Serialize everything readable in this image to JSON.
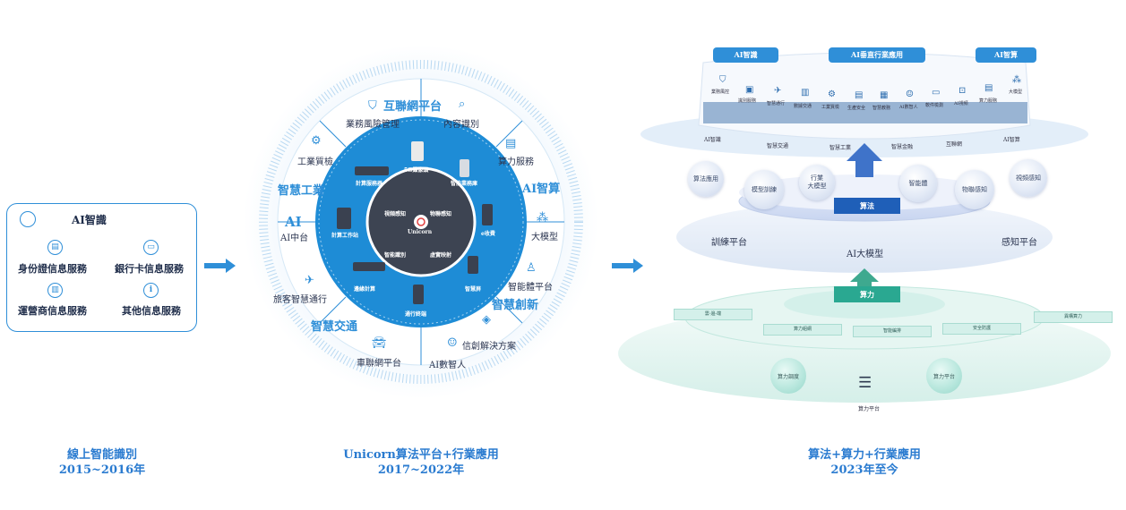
{
  "panel1": {
    "title": "AI智識",
    "services": [
      {
        "label": "身份證信息服務",
        "icon": "id-card-icon",
        "glyph": "▤"
      },
      {
        "label": "銀行卡信息服務",
        "icon": "bank-card-icon",
        "glyph": "▭"
      },
      {
        "label": "運營商信息服務",
        "icon": "sim-card-icon",
        "glyph": "▥"
      },
      {
        "label": "其他信息服務",
        "icon": "info-icon",
        "glyph": "i"
      }
    ],
    "caption_line1": "線上智能識別",
    "caption_line2": "2015~2016年"
  },
  "panel2": {
    "segments": {
      "top_title": "互聯網平台",
      "top_left": "業務風險管理",
      "top_right": "內容識別",
      "left_upper_item": "工業質檢",
      "left_upper_title": "智慧工業",
      "left_mid_title": "AI",
      "left_mid_item": "AI中台",
      "left_lower_item": "旅客智慧通行",
      "left_lower_title": "智慧交通",
      "bottom_item": "車聯網平台",
      "bottom_right_item": "AI數智人",
      "bottom_right_item2": "信創解決方案",
      "right_lower_title": "智慧創新",
      "right_lower_item": "智能體平台",
      "right_mid_item": "大模型",
      "right_upper_title": "AI智算",
      "right_upper_item": "算力服務"
    },
    "inner_ring": [
      "5G攝像頭",
      "智能業務庫",
      "e收費",
      "智慧屏",
      "通行終端",
      "邊緣計算",
      "計算工作站",
      "計算服務器"
    ],
    "core": [
      "視頻感知",
      "物聯感知",
      "智能識別",
      "虛實映射"
    ],
    "core_center": "Unicorn",
    "caption_line1": "Unicorn算法平台+行業應用",
    "caption_line2": "2017~2022年"
  },
  "panel3": {
    "tags": [
      "AI智識",
      "AI垂直行業應用",
      "AI智算"
    ],
    "modules": [
      "業務風控",
      "識別服務",
      "智慧通行",
      "數據交通",
      "工業質檢",
      "生產安全",
      "智慧教務",
      "AI數智人",
      "軟件檢測",
      "AI視頻",
      "算力服務",
      "大模型"
    ],
    "photo_labels": [
      "AI智識",
      "智慧交通",
      "智慧工業",
      "智慧金融",
      "互聯網",
      "AI智算"
    ],
    "spheres": [
      "算法應用",
      "模型訓練",
      "行業\n大模型",
      "智能體",
      "物聯感知",
      "視頻感知"
    ],
    "algo_label": "算法",
    "train_platform": "訓練平台",
    "ai_model": "AI大模型",
    "sense_platform": "感知平台",
    "compute_label": "算力",
    "compute_tags": [
      "雲-邊-端",
      "算力組網",
      "智能編排",
      "安全防護",
      "異構算力"
    ],
    "compute_spheres": [
      "算力調度",
      "算力平台"
    ],
    "compute_center": "算力平台",
    "caption_line1": "算法+算力+行業應用",
    "caption_line2": "2023年至今"
  },
  "colors": {
    "brand_blue": "#2f8fd8",
    "dark_blue": "#1f5fb8",
    "teal": "#2aa891"
  }
}
